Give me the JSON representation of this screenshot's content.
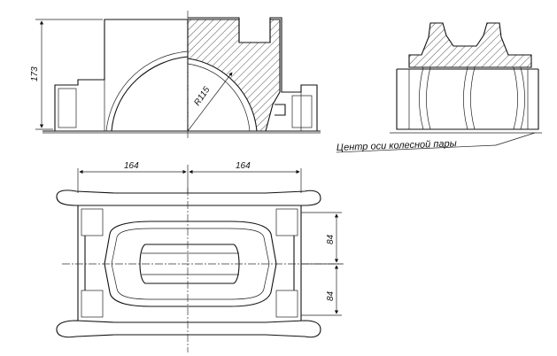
{
  "drawing": {
    "dimensions": {
      "height_173": "173",
      "radius_r115": "R115",
      "width_left_164": "164",
      "width_right_164": "164",
      "gap_top_84": "84",
      "gap_bottom_84": "84"
    },
    "note": "Центр оси колесной пары"
  },
  "colors": {
    "line": "#111111",
    "paper": "#ffffff"
  }
}
